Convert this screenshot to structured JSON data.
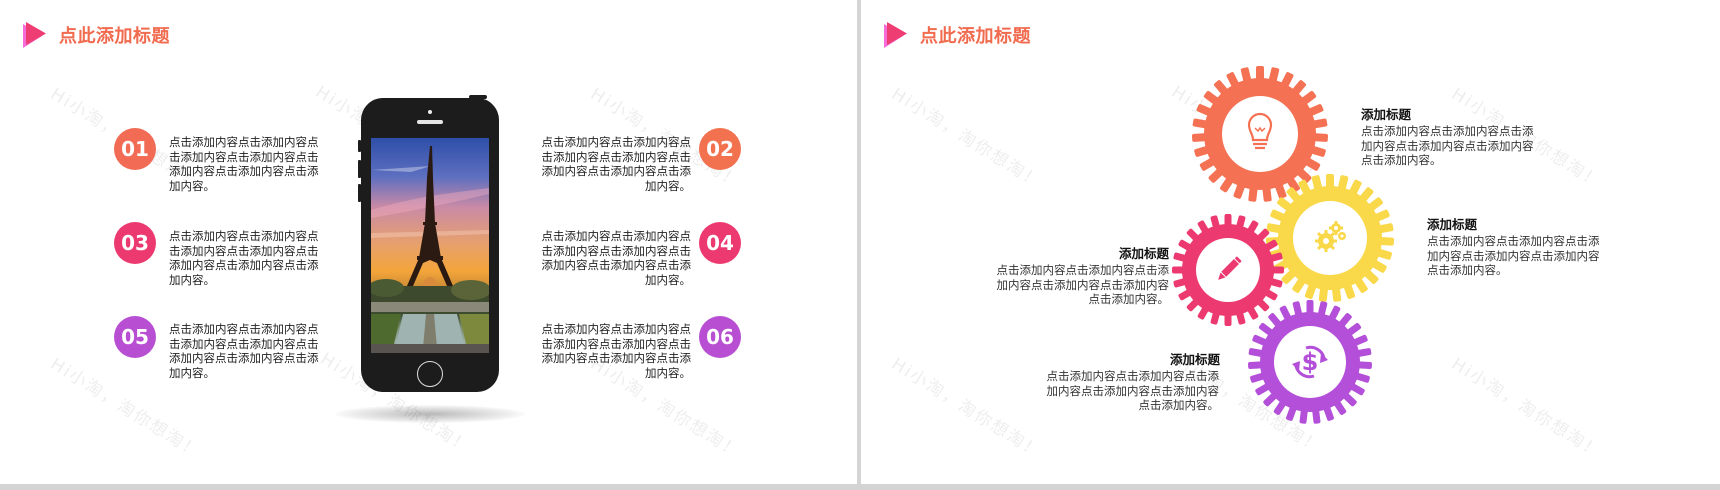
{
  "slides": [
    {
      "title": "点此添加标题",
      "watermark": "Hi小淘，淘你想淘！",
      "items": [
        {
          "number": "01",
          "color": "#f26b55",
          "text": "点击添加内容点击添加内容点击添加内容点击添加内容点击添加内容点击添加内容点击添加内容。"
        },
        {
          "number": "02",
          "color": "#f2714f",
          "text": "点击添加内容点击添加内容点击添加内容点击添加内容点击添加内容点击添加内容点击添加内容。"
        },
        {
          "number": "03",
          "color": "#ec3a71",
          "text": "点击添加内容点击添加内容点击添加内容点击添加内容点击添加内容点击添加内容点击添加内容。"
        },
        {
          "number": "04",
          "color": "#ec3a71",
          "text": "点击添加内容点击添加内容点击添加内容点击添加内容点击添加内容点击添加内容点击添加内容。"
        },
        {
          "number": "05",
          "color": "#b84fd3",
          "text": "点击添加内容点击添加内容点击添加内容点击添加内容点击添加内容点击添加内容点击添加内容。"
        },
        {
          "number": "06",
          "color": "#b84fd3",
          "text": "点击添加内容点击添加内容点击添加内容点击添加内容点击添加内容点击添加内容点击添加内容。"
        }
      ],
      "phone": {
        "screen_image": "eiffel-tower-sunset"
      }
    },
    {
      "title": "点此添加标题",
      "watermark": "Hi小淘，淘你想淘！",
      "gears": [
        {
          "icon": "lightbulb-icon",
          "color": "#f57153",
          "title": "添加标题",
          "text": "点击添加内容点击添加内容点击添加内容点击添加内容点击添加内容点击添加内容。"
        },
        {
          "icon": "cogs-icon",
          "color": "#f9d84a",
          "title": "添加标题",
          "text": "点击添加内容点击添加内容点击添加内容点击添加内容点击添加内容点击添加内容。"
        },
        {
          "icon": "pencil-icon",
          "color": "#ec3a71",
          "title": "添加标题",
          "text": "点击添加内容点击添加内容点击添加内容点击添加内容点击添加内容点击添加内容。"
        },
        {
          "icon": "dollar-exchange-icon",
          "color": "#b34fd8",
          "title": "添加标题",
          "text": "点击添加内容点击添加内容点击添加内容点击添加内容点击添加内容点击添加内容。"
        }
      ]
    }
  ],
  "colors": {
    "title": "#f16b4f",
    "arrow_front": "#ee3d72",
    "arrow_back": "#f56bd8",
    "divider": "#d4d4d4"
  }
}
